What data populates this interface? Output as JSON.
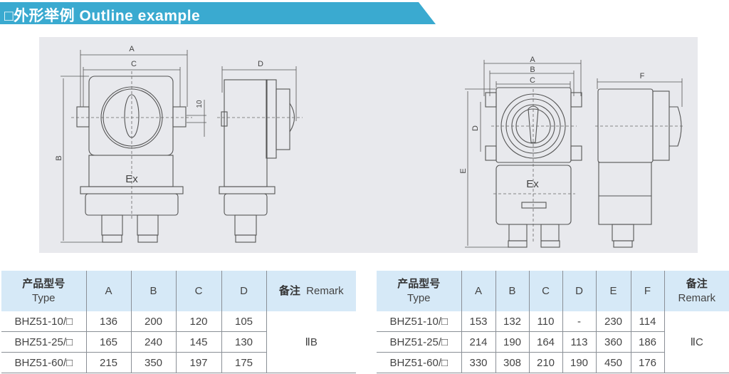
{
  "header": {
    "title": "□外形举例  Outline example",
    "color": "#3aaad0"
  },
  "drawings": {
    "left": {
      "labels": {
        "A": "A",
        "B": "B",
        "C": "C",
        "D": "D",
        "ten": "10",
        "ex": "Ex"
      }
    },
    "right": {
      "labels": {
        "A": "A",
        "B": "B",
        "C": "C",
        "D": "D",
        "E": "E",
        "F": "F",
        "ex": "Ex"
      }
    }
  },
  "table_left": {
    "headers": {
      "type_zh": "产品型号",
      "type_en": "Type",
      "cols": [
        "A",
        "B",
        "C",
        "D"
      ],
      "remark_zh": "备注",
      "remark_en": "Remark"
    },
    "rows": [
      {
        "type": "BHZ51-10/□",
        "values": [
          "136",
          "200",
          "120",
          "105"
        ]
      },
      {
        "type": "BHZ51-25/□",
        "values": [
          "165",
          "240",
          "145",
          "130"
        ]
      },
      {
        "type": "BHZ51-60/□",
        "values": [
          "215",
          "350",
          "197",
          "175"
        ]
      }
    ],
    "remark": "ⅡB"
  },
  "table_right": {
    "headers": {
      "type_zh": "产品型号",
      "type_en": "Type",
      "cols": [
        "A",
        "B",
        "C",
        "D",
        "E",
        "F"
      ],
      "remark_zh": "备注",
      "remark_en": "Remark"
    },
    "rows": [
      {
        "type": "BHZ51-10/□",
        "values": [
          "153",
          "132",
          "110",
          "-",
          "230",
          "114"
        ]
      },
      {
        "type": "BHZ51-25/□",
        "values": [
          "214",
          "190",
          "164",
          "113",
          "360",
          "186"
        ]
      },
      {
        "type": "BHZ51-60/□",
        "values": [
          "330",
          "308",
          "210",
          "190",
          "450",
          "176"
        ]
      }
    ],
    "remark": "ⅡC"
  }
}
